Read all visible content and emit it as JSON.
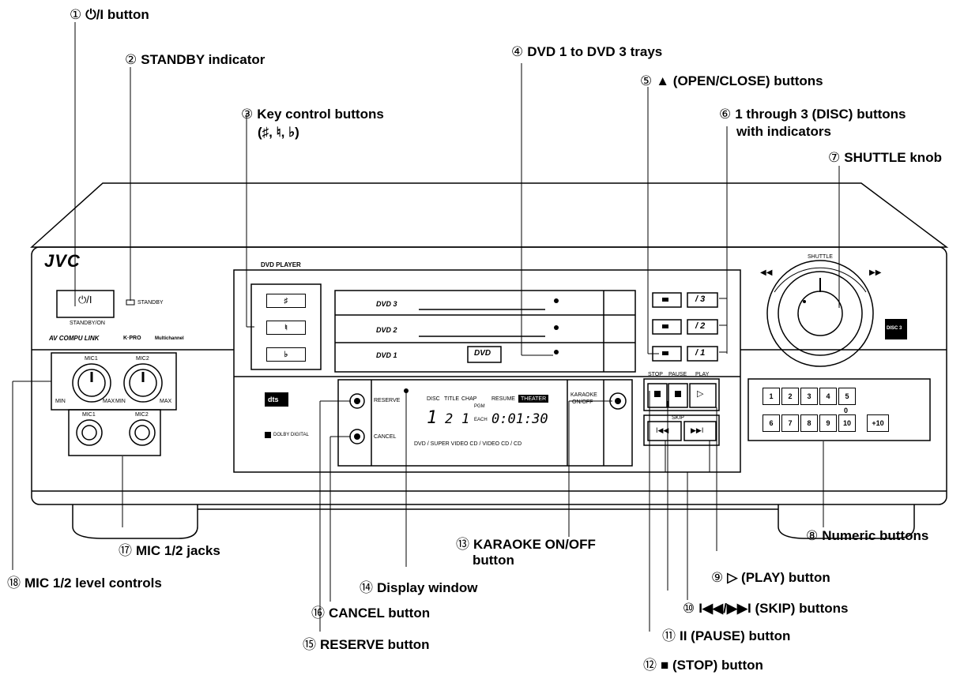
{
  "callouts": [
    {
      "num": "①",
      "text": "⏻/I button"
    },
    {
      "num": "②",
      "text": "STANDBY indicator"
    },
    {
      "num": "③",
      "text": "Key control buttons"
    },
    {
      "num": "",
      "text": "(♯, ♮, ♭)"
    },
    {
      "num": "④",
      "text": "DVD 1 to DVD 3 trays"
    },
    {
      "num": "⑤",
      "text": "▲ (OPEN/CLOSE) buttons"
    },
    {
      "num": "⑥",
      "text": "1 through 3 (DISC) buttons"
    },
    {
      "num": "",
      "text": "with indicators"
    },
    {
      "num": "⑦",
      "text": "SHUTTLE knob"
    },
    {
      "num": "⑧",
      "text": "Numeric buttons"
    },
    {
      "num": "⑨",
      "text": "▷ (PLAY) button"
    },
    {
      "num": "⑩",
      "text": "I◀◀/▶▶I (SKIP) buttons"
    },
    {
      "num": "⑪",
      "text": "II (PAUSE) button"
    },
    {
      "num": "⑫",
      "text": "■ (STOP) button"
    },
    {
      "num": "⑬",
      "text": "KARAOKE ON/OFF"
    },
    {
      "num": "",
      "text": "button"
    },
    {
      "num": "⑭",
      "text": "Display window"
    },
    {
      "num": "⑮",
      "text": "RESERVE button"
    },
    {
      "num": "⑯",
      "text": "CANCEL button"
    },
    {
      "num": "⑰",
      "text": "MIC 1/2 jacks"
    },
    {
      "num": "⑱",
      "text": "MIC 1/2 level controls"
    }
  ],
  "device": {
    "brand": "JVC",
    "model_label": "DVD PLAYER",
    "standby_label": "STANDBY",
    "standby_on_label": "STANDBY/ON",
    "power_symbol": "⏻/I",
    "compulink": "AV COMPU LINK",
    "kpro": "K·PRO",
    "multichannel": "Multichannel",
    "mic1": "MIC1",
    "mic2": "MIC2",
    "min": "MIN",
    "max": "MAX",
    "key_symbols": [
      "♯",
      "♮",
      "♭"
    ],
    "tray_labels": [
      "DVD 3",
      "DVD 2",
      "DVD 1"
    ],
    "disc_buttons": [
      "/ 3",
      "/ 2",
      "/ 1"
    ],
    "dvd_logo": "DVD",
    "dts": "dts",
    "dolby": "DOLBY DIGITAL",
    "reserve": "RESERVE",
    "cancel": "CANCEL",
    "karaoke": "KARAOKE",
    "karaoke_onoff": "ON/OFF",
    "display_headers": [
      "DISC",
      "TITLE",
      "CHAP",
      "RESUME",
      "THEATER"
    ],
    "display_disc": "1",
    "display_title": "2",
    "display_chap": "1",
    "display_pgm": "PGM",
    "display_each": "EACH",
    "display_time": "0:01:30",
    "display_formats": "DVD / SUPER VIDEO CD / VIDEO CD / CD",
    "stop": "STOP",
    "pause": "PAUSE",
    "play": "PLAY",
    "skip": "SKIP",
    "shuttle": "SHUTTLE",
    "numeric_row1": [
      "1",
      "2",
      "3",
      "4",
      "5"
    ],
    "numeric_row2": [
      "6",
      "7",
      "8",
      "9",
      "10"
    ],
    "plus10": "+10",
    "zero": "0",
    "badge": "DISC 3"
  }
}
